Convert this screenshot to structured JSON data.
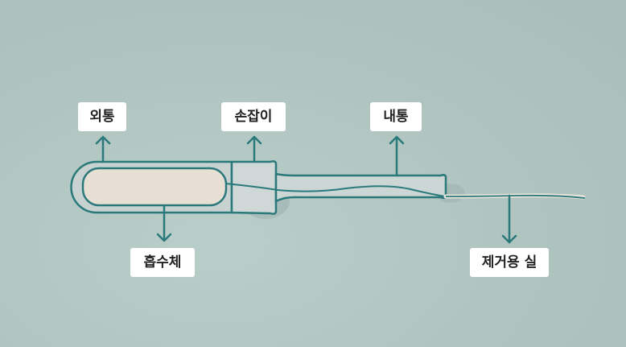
{
  "diagram": {
    "subject": "tampon-applicator",
    "colors": {
      "background": "#b0c4c0",
      "outline": "#2a7a7c",
      "absorbent_fill": "#e6ddd2",
      "tube_fill": "#c9d3d1",
      "label_bg": "#ffffff",
      "label_text": "#222222"
    },
    "labels": [
      {
        "id": "outer-tube",
        "text": "외통",
        "arrow": "up"
      },
      {
        "id": "grip",
        "text": "손잡이",
        "arrow": "up"
      },
      {
        "id": "inner-tube",
        "text": "내통",
        "arrow": "up"
      },
      {
        "id": "absorbent-core",
        "text": "흡수체",
        "arrow": "down"
      },
      {
        "id": "removal-string",
        "text": "제거용 실",
        "arrow": "down"
      }
    ]
  }
}
